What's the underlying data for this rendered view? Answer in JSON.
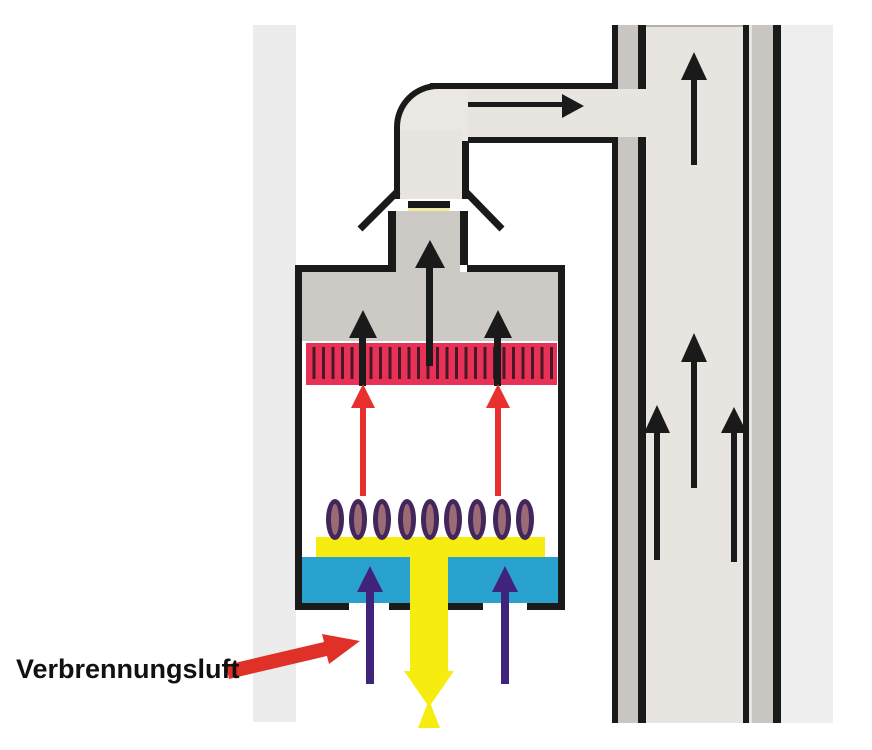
{
  "label": {
    "text": "Verbrennungsluft"
  },
  "colors": {
    "line": "#1a1a1a",
    "wall-gray": "#c9c6c1",
    "duct-beige": "#e8e5e0",
    "elbow-beige": "#ebe8e3",
    "hood-gray": "#cdc9c4",
    "band-left": "#ececec",
    "band-right": "#efeeee",
    "channel-topline": "#b5b2ae",
    "heat-exchanger-red": "#e83156",
    "fin-dark": "#471627",
    "flame-outline": "#43265c",
    "flame-fill": "#9a6a75",
    "burner-yellow": "#f7ec0f",
    "pale-yellow": "#f2eda2",
    "air-blue": "#2aa2cf",
    "violet": "#40247c",
    "flow-red": "#e8312e",
    "callout-red": "#e03128"
  },
  "flows": [
    {
      "name": "flue-outlet-arrow",
      "direction": "up",
      "color": "black"
    },
    {
      "name": "flue-duct-arrow",
      "direction": "right",
      "color": "black"
    },
    {
      "name": "chimney-updraft-top",
      "direction": "up",
      "color": "black"
    },
    {
      "name": "chimney-updraft-middle",
      "direction": "up",
      "color": "black"
    },
    {
      "name": "chimney-updraft-lower-left",
      "direction": "up",
      "color": "black"
    },
    {
      "name": "chimney-updraft-lower-right",
      "direction": "up",
      "color": "black"
    },
    {
      "name": "hood-center-arrow",
      "direction": "up",
      "color": "black"
    },
    {
      "name": "hood-side-arrows",
      "direction": "up",
      "color": "black"
    },
    {
      "name": "hot-gas-arrows",
      "direction": "up",
      "color": "red"
    },
    {
      "name": "combustion-air-arrows",
      "direction": "up",
      "color": "violet"
    },
    {
      "name": "gas-supply-arrow",
      "direction": "down",
      "color": "yellow"
    },
    {
      "name": "combustion-air-callout",
      "direction": "up-right",
      "color": "red"
    }
  ]
}
